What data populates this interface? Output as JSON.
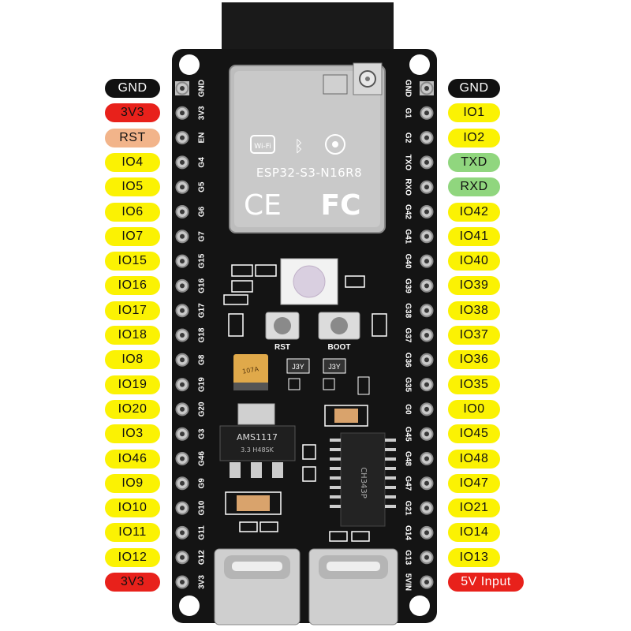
{
  "board": {
    "module_name": "ESP32-S3-N16R8",
    "ce_mark": "CE",
    "fcc_mark": "FC",
    "rst_button_label": "RST",
    "boot_button_label": "BOOT",
    "regulator_label": "AMS1117",
    "regulator_sub": "3.3  H48SK",
    "cap_label": "107A",
    "transistor_label": "J3Y",
    "usb_chip_label": "CH343P"
  },
  "left_pins": [
    {
      "label": "GND",
      "silk": "GND",
      "color": "#111111",
      "text": "#ffffff"
    },
    {
      "label": "3V3",
      "silk": "3V3",
      "color": "#e8211b",
      "text": "#111111"
    },
    {
      "label": "RST",
      "silk": "EN",
      "color": "#f2b48a",
      "text": "#111111"
    },
    {
      "label": "IO4",
      "silk": "G4",
      "color": "#fbf203",
      "text": "#111111"
    },
    {
      "label": "IO5",
      "silk": "G5",
      "color": "#fbf203",
      "text": "#111111"
    },
    {
      "label": "IO6",
      "silk": "G6",
      "color": "#fbf203",
      "text": "#111111"
    },
    {
      "label": "IO7",
      "silk": "G7",
      "color": "#fbf203",
      "text": "#111111"
    },
    {
      "label": "IO15",
      "silk": "G15",
      "color": "#fbf203",
      "text": "#111111"
    },
    {
      "label": "IO16",
      "silk": "G16",
      "color": "#fbf203",
      "text": "#111111"
    },
    {
      "label": "IO17",
      "silk": "G17",
      "color": "#fbf203",
      "text": "#111111"
    },
    {
      "label": "IO18",
      "silk": "G18",
      "color": "#fbf203",
      "text": "#111111"
    },
    {
      "label": "IO8",
      "silk": "G8",
      "color": "#fbf203",
      "text": "#111111"
    },
    {
      "label": "IO19",
      "silk": "G19",
      "color": "#fbf203",
      "text": "#111111"
    },
    {
      "label": "IO20",
      "silk": "G20",
      "color": "#fbf203",
      "text": "#111111"
    },
    {
      "label": "IO3",
      "silk": "G3",
      "color": "#fbf203",
      "text": "#111111"
    },
    {
      "label": "IO46",
      "silk": "G46",
      "color": "#fbf203",
      "text": "#111111"
    },
    {
      "label": "IO9",
      "silk": "G9",
      "color": "#fbf203",
      "text": "#111111"
    },
    {
      "label": "IO10",
      "silk": "G10",
      "color": "#fbf203",
      "text": "#111111"
    },
    {
      "label": "IO11",
      "silk": "G11",
      "color": "#fbf203",
      "text": "#111111"
    },
    {
      "label": "IO12",
      "silk": "G12",
      "color": "#fbf203",
      "text": "#111111"
    },
    {
      "label": "3V3",
      "silk": "3V3",
      "color": "#e8211b",
      "text": "#111111"
    }
  ],
  "right_pins": [
    {
      "label": "GND",
      "silk": "GND",
      "color": "#111111",
      "text": "#ffffff"
    },
    {
      "label": "IO1",
      "silk": "G1",
      "color": "#fbf203",
      "text": "#111111"
    },
    {
      "label": "IO2",
      "silk": "G2",
      "color": "#fbf203",
      "text": "#111111"
    },
    {
      "label": "TXD",
      "silk": "TXO",
      "color": "#90d67e",
      "text": "#111111"
    },
    {
      "label": "RXD",
      "silk": "RXO",
      "color": "#90d67e",
      "text": "#111111"
    },
    {
      "label": "IO42",
      "silk": "G42",
      "color": "#fbf203",
      "text": "#111111"
    },
    {
      "label": "IO41",
      "silk": "G41",
      "color": "#fbf203",
      "text": "#111111"
    },
    {
      "label": "IO40",
      "silk": "G40",
      "color": "#fbf203",
      "text": "#111111"
    },
    {
      "label": "IO39",
      "silk": "G39",
      "color": "#fbf203",
      "text": "#111111"
    },
    {
      "label": "IO38",
      "silk": "G38",
      "color": "#fbf203",
      "text": "#111111"
    },
    {
      "label": "IO37",
      "silk": "G37",
      "color": "#fbf203",
      "text": "#111111"
    },
    {
      "label": "IO36",
      "silk": "G36",
      "color": "#fbf203",
      "text": "#111111"
    },
    {
      "label": "IO35",
      "silk": "G35",
      "color": "#fbf203",
      "text": "#111111"
    },
    {
      "label": "IO0",
      "silk": "G0",
      "color": "#fbf203",
      "text": "#111111"
    },
    {
      "label": "IO45",
      "silk": "G45",
      "color": "#fbf203",
      "text": "#111111"
    },
    {
      "label": "IO48",
      "silk": "G48",
      "color": "#fbf203",
      "text": "#111111"
    },
    {
      "label": "IO47",
      "silk": "G47",
      "color": "#fbf203",
      "text": "#111111"
    },
    {
      "label": "IO21",
      "silk": "G21",
      "color": "#fbf203",
      "text": "#111111"
    },
    {
      "label": "IO14",
      "silk": "G14",
      "color": "#fbf203",
      "text": "#111111"
    },
    {
      "label": "IO13",
      "silk": "G13",
      "color": "#fbf203",
      "text": "#111111"
    },
    {
      "label": "5V Input",
      "silk": "5VIN",
      "color": "#e8211b",
      "text": "#ffffff"
    }
  ]
}
